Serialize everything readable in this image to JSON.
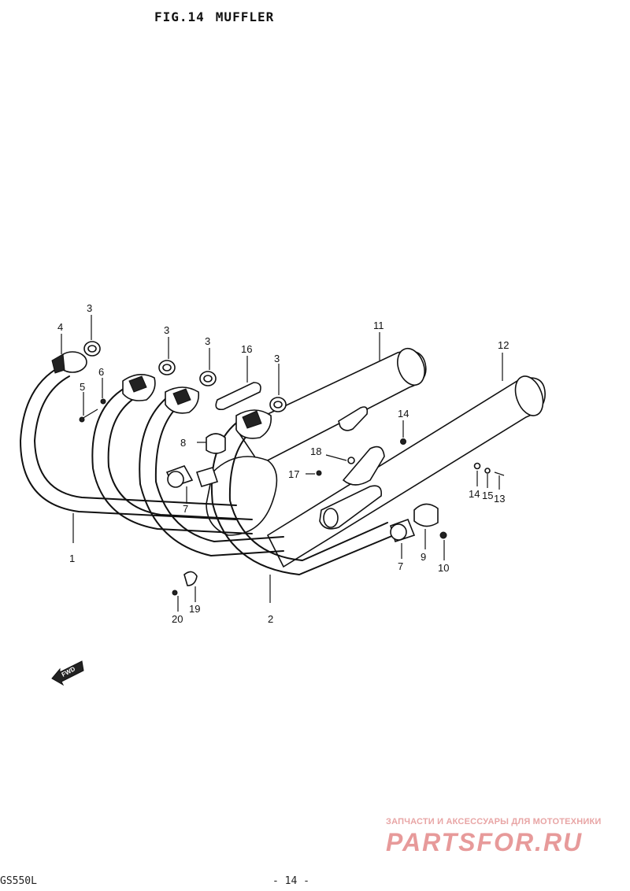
{
  "header": {
    "fig": "FIG.14",
    "name": "MUFFLER"
  },
  "footer": {
    "model": "GS550L",
    "page": "- 14 -"
  },
  "watermark": {
    "subtitle": "ЗАПЧАСТИ И АКСЕССУАРЫ ДЛЯ МОТОТЕХНИКИ",
    "brand": "PARTSFOR.RU"
  },
  "fwd_arrow": "FWD",
  "callouts": {
    "c1": "1",
    "c2": "2",
    "c3a": "3",
    "c3b": "3",
    "c3c": "3",
    "c3d": "3",
    "c4": "4",
    "c5": "5",
    "c6": "6",
    "c7a": "7",
    "c7b": "7",
    "c8": "8",
    "c9": "9",
    "c10": "10",
    "c11": "11",
    "c12": "12",
    "c13": "13",
    "c14a": "14",
    "c14b": "14",
    "c15": "15",
    "c16": "16",
    "c17": "17",
    "c18": "18",
    "c19": "19",
    "c20": "20"
  }
}
